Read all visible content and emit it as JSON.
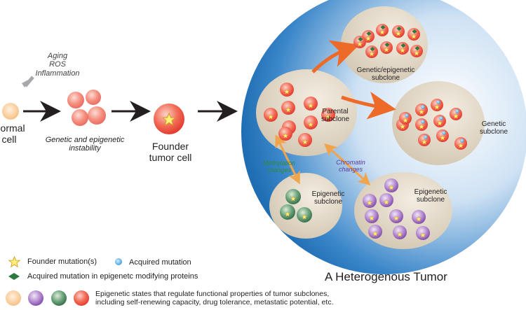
{
  "stages": {
    "normal_cell": [
      "Normal",
      "cell"
    ],
    "stressors": [
      "Aging",
      "ROS",
      "Inflammation"
    ],
    "instability": [
      "Genetic and epigenetic",
      "instability"
    ],
    "founder": [
      "Founder",
      "tumor cell"
    ]
  },
  "tumor": {
    "title": "A Heterogenous Tumor",
    "parental": [
      "Parental",
      "subclone"
    ],
    "genetic_epigenetic": [
      "Genetic/epigenetic",
      "subclone"
    ],
    "genetic": [
      "Genetic",
      "subclone"
    ],
    "epigenetic_left": [
      "Epigenetic",
      "subclone"
    ],
    "epigenetic_right": [
      "Epigenetic",
      "subclone"
    ],
    "methylation": [
      "Methylation",
      "changes"
    ],
    "chromatin": [
      "Chromatin",
      "changes"
    ]
  },
  "legend": {
    "founder_mutation": "Founder mutation(s)",
    "acquired_mutation": "Acquired mutation",
    "acquired_epigenetic": "Acquired mutation in epigenetc modifying proteins",
    "epigenetic_states": [
      "Epigenetic states that regulate functional properties of tumor subclones,",
      "including self-renewing capacity, drug tolerance, metastatic potential, etc."
    ]
  },
  "colors": {
    "tumor_blue": "#2f7fc4",
    "subclone_fill": "#d8cdb9",
    "red_cell": "#ee4a3a",
    "purple_cell": "#8a55b0",
    "green_cell": "#3a7a4f",
    "arrow_orange": "#ee6a28",
    "arrow_light_orange": "#f2a44a",
    "methylation_text": "#2f8a3a",
    "chromatin_text": "#5b3b9a"
  },
  "icons": [
    "star-icon",
    "blue-dot-icon",
    "green-diamond-icon",
    "arrow-icon"
  ]
}
